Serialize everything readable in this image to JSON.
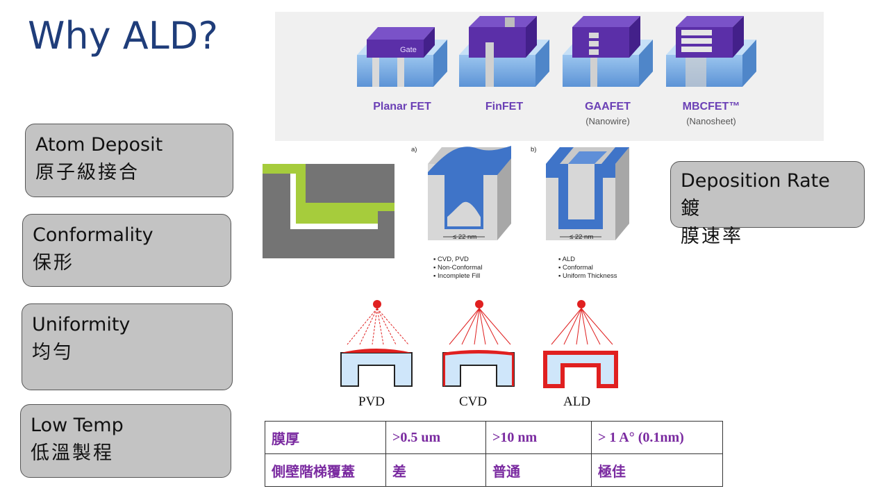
{
  "slide": {
    "title": "Why ALD?"
  },
  "left_boxes": [
    {
      "en": "Atom Deposit",
      "zh": "原子級接合"
    },
    {
      "en": "Conformality",
      "zh": "保形"
    },
    {
      "en": "Uniformity",
      "zh": "均勻"
    },
    {
      "en": "Low Temp",
      "zh": "低溫製程"
    }
  ],
  "right_box": {
    "line1": "Deposition Rate 鍍",
    "line2": "膜速率"
  },
  "transistors": [
    {
      "name": "Planar FET",
      "sub": "",
      "gate_text": "Gate"
    },
    {
      "name": "FinFET",
      "sub": ""
    },
    {
      "name": "GAAFET",
      "sub": "(Nanowire)"
    },
    {
      "name": "MBCFET™",
      "sub": "(Nanosheet)"
    }
  ],
  "trench_figure": {
    "a": {
      "tag": "a)",
      "width_label": "≤ 22 nm",
      "bullets": [
        "CVD, PVD",
        "Non-Conformal",
        "Incomplete Fill"
      ]
    },
    "b": {
      "tag": "b)",
      "width_label": "≤ 22 nm",
      "bullets": [
        "ALD",
        "Conformal",
        "Uniform Thickness"
      ]
    }
  },
  "deposition_methods": [
    "PVD",
    "CVD",
    "ALD"
  ],
  "comparison_table": {
    "rows": [
      [
        "膜厚",
        ">0.5 um",
        ">10 nm",
        "> 1 A° (0.1nm)"
      ],
      [
        "側壁階梯覆蓋",
        "差",
        "普通",
        "極佳"
      ]
    ]
  },
  "colors": {
    "title": "#1f3d7a",
    "box_fill": "#c3c3c3",
    "gate_purple": "#5b2fa8",
    "silicon_blue": "#7fb3e6",
    "film_blue": "#3f74c8",
    "film_green": "#a6cc3c",
    "deposit_red": "#e02020",
    "table_text": "#7a2aa0"
  }
}
